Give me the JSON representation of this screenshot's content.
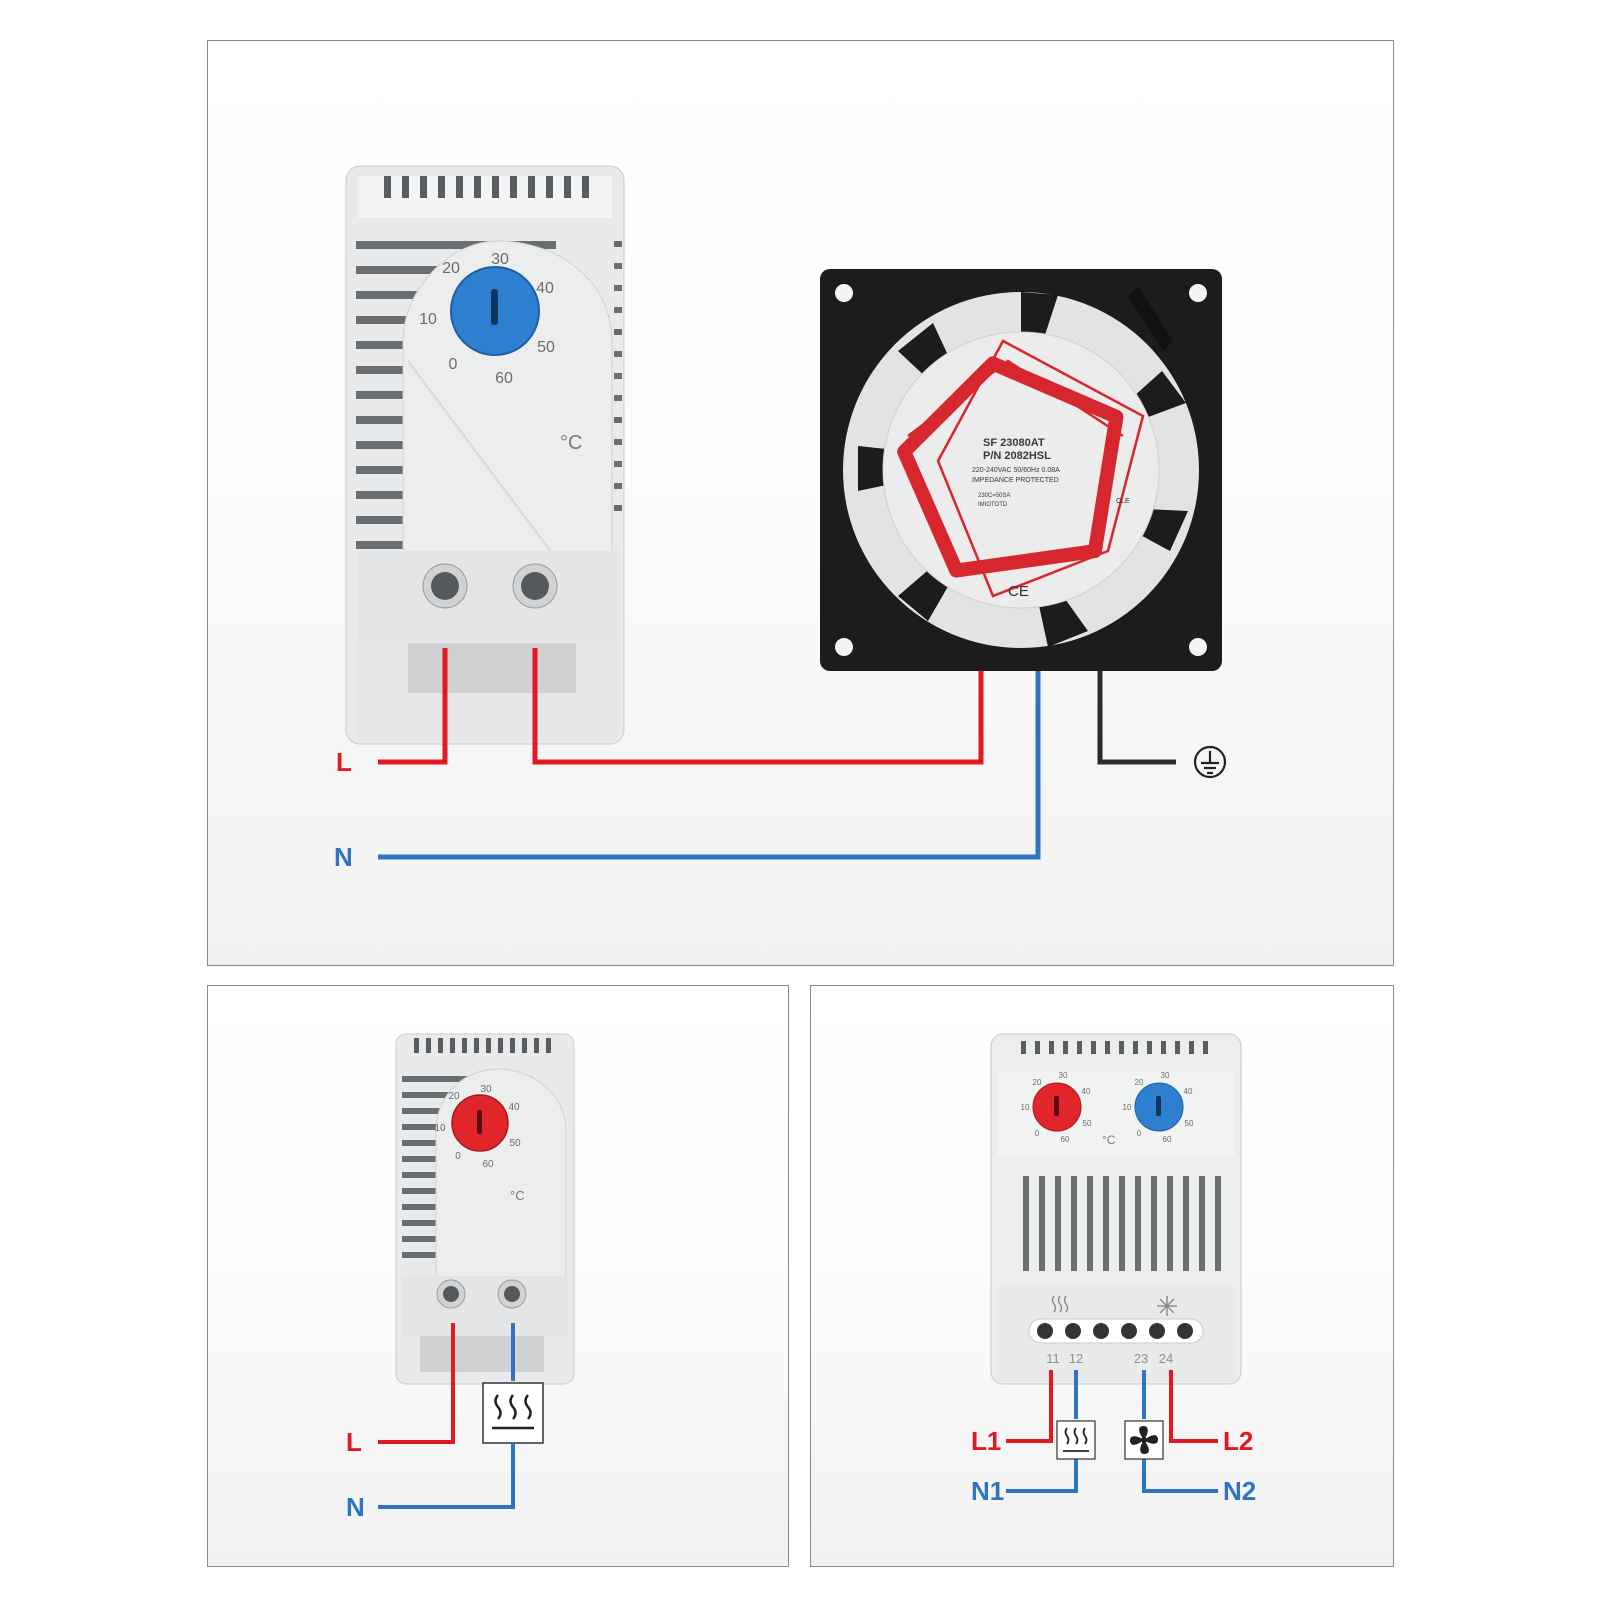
{
  "panel_top": {
    "labels": {
      "line": "L",
      "neutral": "N"
    },
    "thermostat": {
      "dial_ticks": [
        "0",
        "10",
        "20",
        "30",
        "40",
        "50",
        "60"
      ],
      "unit": "°C",
      "knob_color": "#2f7fd0"
    },
    "fan": {
      "label_lines": [
        "SF 23080AT",
        "P/N 2082HSL",
        "220-240VAC 50/60Hz 0.08A",
        "IMPEDANCE PROTECTED",
        "230C=50SA",
        "IMIOTOTD"
      ],
      "mark_ce": "CE",
      "mark_cle": "CLE"
    },
    "ground_symbol": "ground-icon"
  },
  "panel_bottom_left": {
    "labels": {
      "line": "L",
      "neutral": "N"
    },
    "thermostat": {
      "dial_ticks": [
        "0",
        "10",
        "20",
        "30",
        "40",
        "50",
        "60"
      ],
      "unit": "°C",
      "knob_color": "#e0262b"
    },
    "load": "heater-icon"
  },
  "panel_bottom_right": {
    "dial_left": {
      "ticks": [
        "0",
        "10",
        "20",
        "30",
        "40",
        "50",
        "60"
      ],
      "knob_color": "#e0262b"
    },
    "dial_right": {
      "ticks": [
        "0",
        "10",
        "20",
        "30",
        "40",
        "50",
        "60"
      ],
      "knob_color": "#2f7fd0"
    },
    "unit": "°C",
    "terminals": [
      "11",
      "12",
      "23",
      "24"
    ],
    "labels": {
      "l1": "L1",
      "n1": "N1",
      "l2": "L2",
      "n2": "N2"
    },
    "loads": [
      "heater-icon",
      "fan-icon"
    ]
  },
  "colors": {
    "live": "#e11a22",
    "neutral": "#2f74c0",
    "earth": "#2b2b2b"
  }
}
